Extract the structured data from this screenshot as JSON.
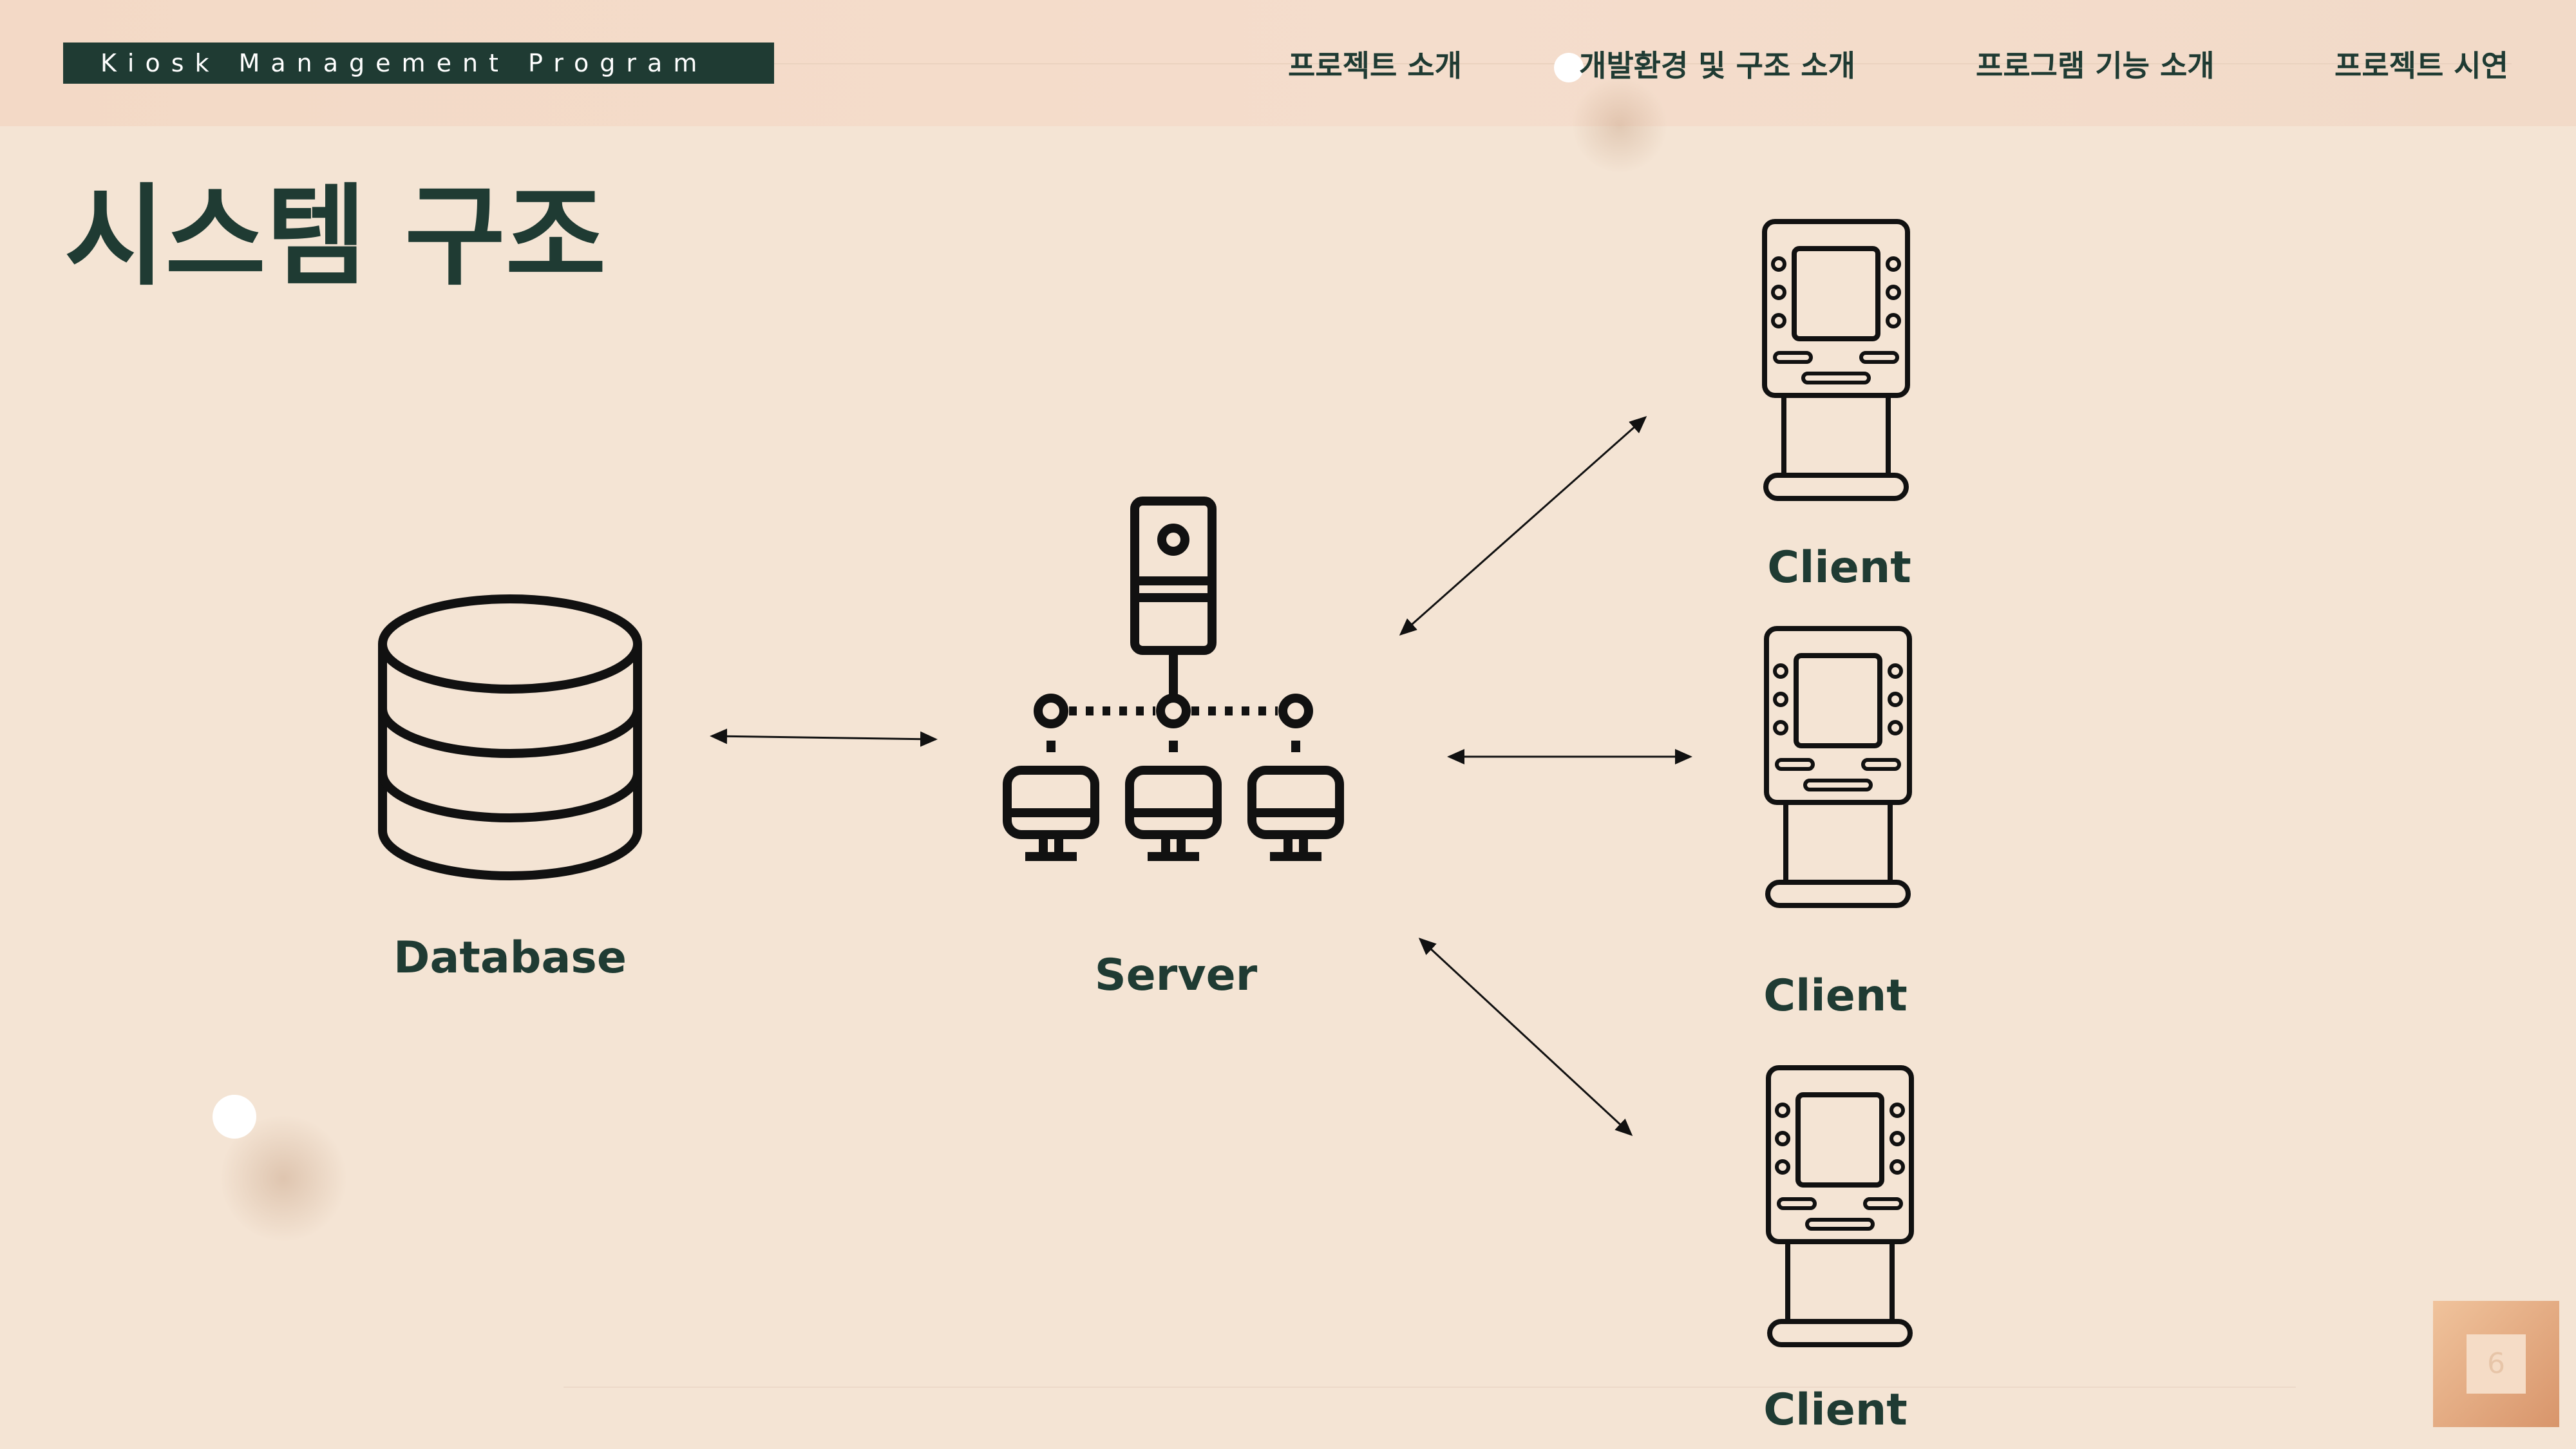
{
  "header": {
    "brand": "Kiosk Management Program",
    "nav": [
      "프로젝트 소개",
      "개발환경 및 구조 소개",
      "프로그램 기능 소개",
      "프로젝트 시연"
    ]
  },
  "page_title": "시스템 구조",
  "diagram": {
    "database_label": "Database",
    "server_label": "Server",
    "client_labels": [
      "Client",
      "Client",
      "Client"
    ]
  },
  "icons": [
    "database-icon",
    "server-network-icon",
    "kiosk-icon"
  ],
  "page_number": "6",
  "colors": {
    "background": "#f4e4d4",
    "accent_dark": "#1f3b33",
    "page_box": "#d8956b"
  }
}
